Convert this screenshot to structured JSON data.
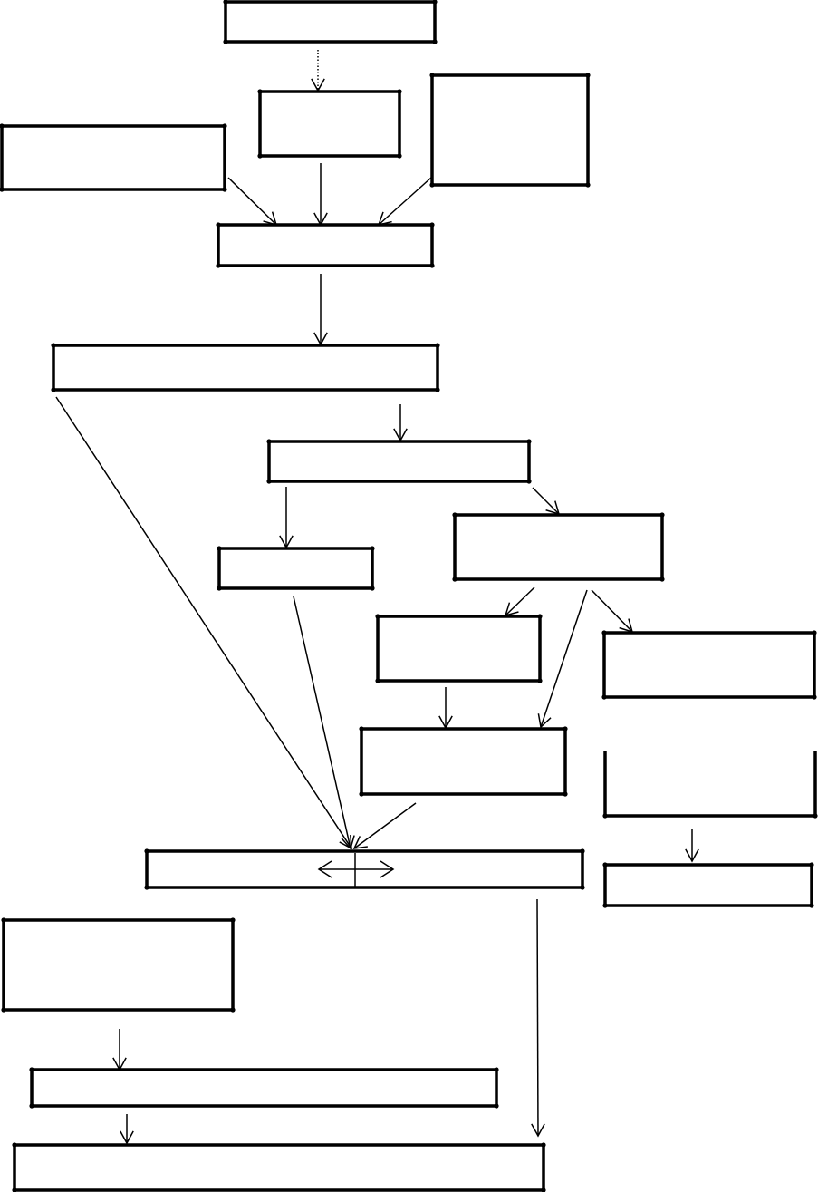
{
  "diagram": {
    "type": "flowchart",
    "colors": {
      "stroke": "#000000",
      "background": "#ffffff"
    },
    "nodes": [
      {
        "id": "n1",
        "label": ""
      },
      {
        "id": "n2",
        "label": ""
      },
      {
        "id": "n3",
        "label": ""
      },
      {
        "id": "n4",
        "label": ""
      },
      {
        "id": "n5",
        "label": ""
      },
      {
        "id": "n6",
        "label": ""
      },
      {
        "id": "n7",
        "label": ""
      },
      {
        "id": "n8",
        "label": ""
      },
      {
        "id": "n9",
        "label": ""
      },
      {
        "id": "n10",
        "label": ""
      },
      {
        "id": "n11",
        "label": ""
      },
      {
        "id": "n12",
        "label": ""
      },
      {
        "id": "n13",
        "label": ""
      },
      {
        "id": "n14",
        "label": ""
      },
      {
        "id": "n15",
        "label": ""
      },
      {
        "id": "n16",
        "label": ""
      },
      {
        "id": "n17",
        "label": ""
      },
      {
        "id": "n18",
        "label": ""
      }
    ],
    "edges": [
      {
        "from": "n1",
        "to": "n2",
        "style": "dotted"
      },
      {
        "from": "n3",
        "to": "n5",
        "style": "solid"
      },
      {
        "from": "n2",
        "to": "n5",
        "style": "solid"
      },
      {
        "from": "n4",
        "to": "n5",
        "style": "solid"
      },
      {
        "from": "n5",
        "to": "n6",
        "style": "solid"
      },
      {
        "from": "n6",
        "to": "n7",
        "style": "solid"
      },
      {
        "from": "n7",
        "to": "n8",
        "style": "solid"
      },
      {
        "from": "n7",
        "to": "n9",
        "style": "solid"
      },
      {
        "from": "n9",
        "to": "n10",
        "style": "solid"
      },
      {
        "from": "n9",
        "to": "n11",
        "style": "solid"
      },
      {
        "from": "n9",
        "to": "n12",
        "style": "solid"
      },
      {
        "from": "n10",
        "to": "n12",
        "style": "solid"
      },
      {
        "from": "n6",
        "to": "n14",
        "style": "solid"
      },
      {
        "from": "n8",
        "to": "n14",
        "style": "solid"
      },
      {
        "from": "n12",
        "to": "n14",
        "style": "solid"
      },
      {
        "from": "n13",
        "to": "n15",
        "style": "solid"
      },
      {
        "from": "n16",
        "to": "n17",
        "style": "solid"
      },
      {
        "from": "n17",
        "to": "n18",
        "style": "solid"
      },
      {
        "from": "n14",
        "to": "n18",
        "style": "solid"
      }
    ]
  }
}
